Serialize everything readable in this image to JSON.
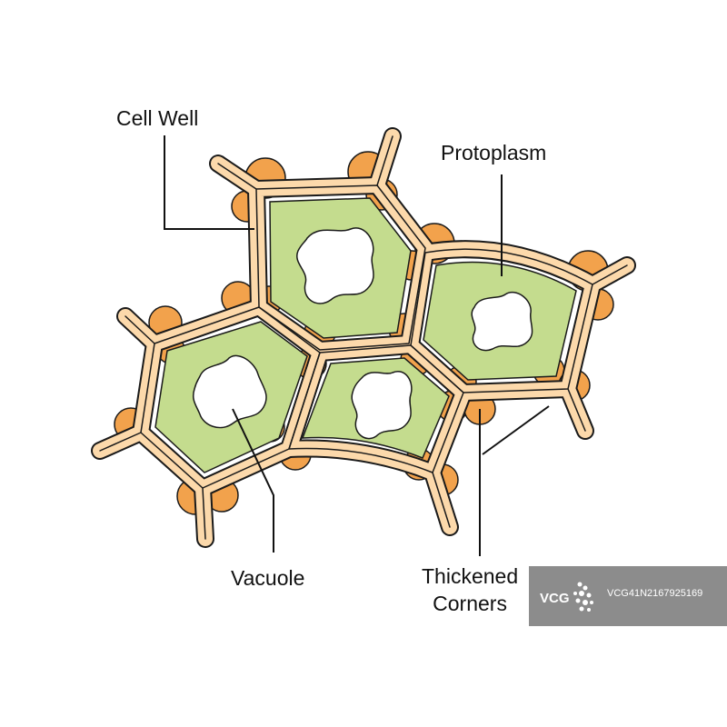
{
  "labels": {
    "cell_wall": "Cell Well",
    "protoplasm": "Protoplasm",
    "vacuole": "Vacuole",
    "thickened_line1": "Thickened",
    "thickened_line2": "Corners"
  },
  "watermark": {
    "brand": "VCG",
    "id": "VCG41N2167925169"
  },
  "colors": {
    "wall_fill": "#fcd9ab",
    "wall_outline": "#1a1a1a",
    "corner": "#f2a24c",
    "protoplasm": "#c4dc8e",
    "vacuole": "#ffffff",
    "leader_line": "#111111",
    "watermark_bg": "#8c8c8c"
  }
}
